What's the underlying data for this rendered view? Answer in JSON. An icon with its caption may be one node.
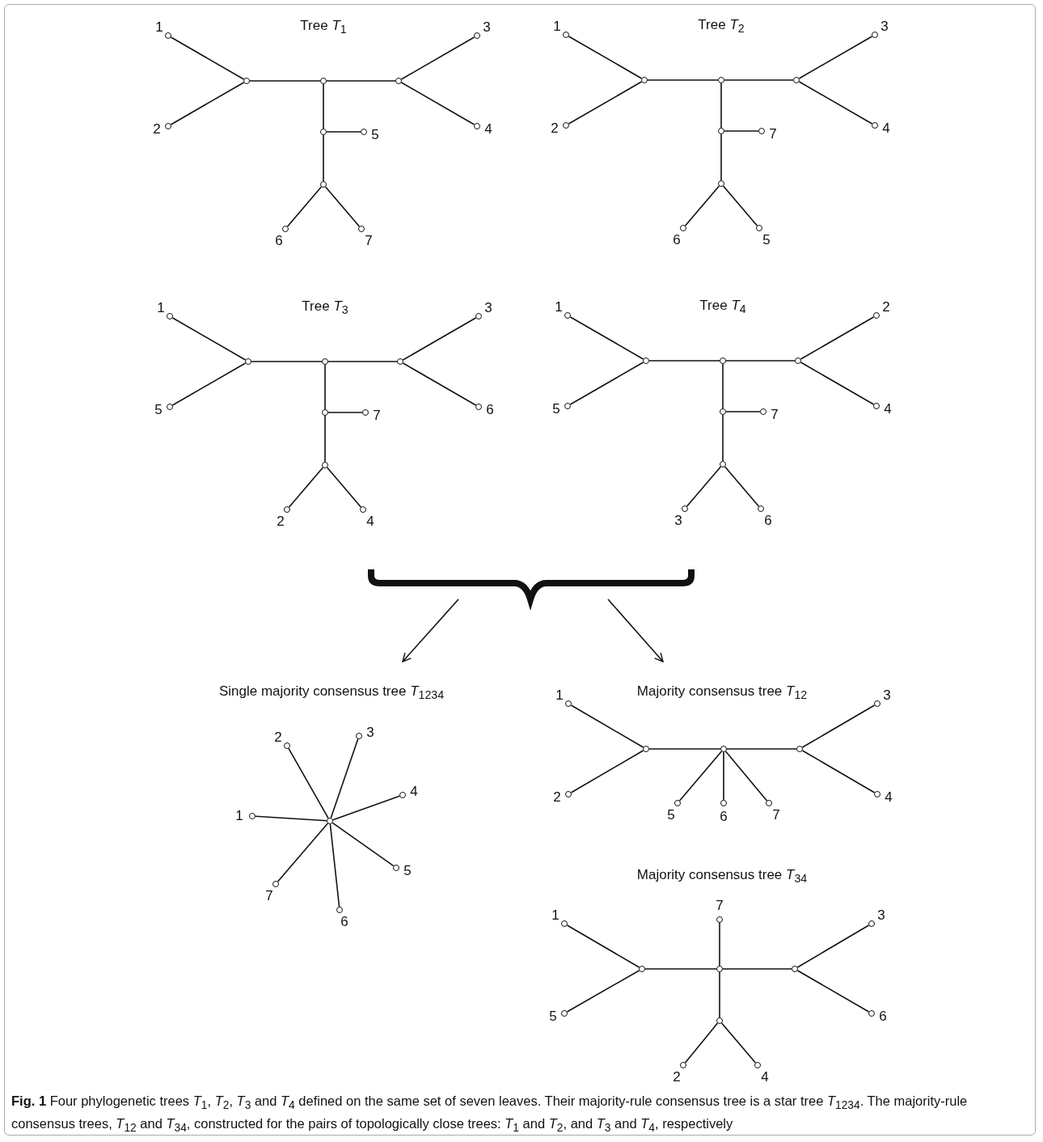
{
  "diagram": {
    "caption": "**Fig. 1** Four phylogenetic trees *T*$_{1}$, *T*$_{2}$, *T*$_{3}$ and *T*$_{4}$ defined on the same set of seven leaves. Their majority-rule consensus tree is a star tree *T*$_{1234}$. The majority-rule consensus trees, *T*$_{12}$ and *T*$_{34}$, constructed for the pairs of topologically close trees: *T*$_{1}$ and *T*$_{2}$, and *T*$_{3}$ and *T*$_{4}$, respectively",
    "nodes": [
      {
        "text": [
          "Tree *T*$_{1}$"
        ]
      },
      {
        "text": [],
        "shape": "circle",
        "beside": [
          "1"
        ],
        "in": 0
      },
      {
        "text": [],
        "shape": "circle",
        "in": 0
      },
      {
        "text": [],
        "shape": "circle",
        "in": 0
      },
      {
        "text": [],
        "shape": "circle",
        "in": 0
      },
      {
        "text": [],
        "shape": "circle",
        "beside": [
          "3"
        ],
        "in": 0
      },
      {
        "text": [],
        "shape": "circle",
        "beside": [
          "2"
        ],
        "in": 0
      },
      {
        "text": [],
        "shape": "circle",
        "in": 0
      },
      {
        "text": [],
        "shape": "circle",
        "beside": [
          "5"
        ],
        "in": 0
      },
      {
        "text": [],
        "shape": "circle",
        "beside": [
          "4"
        ],
        "in": 0
      },
      {
        "text": [],
        "shape": "circle",
        "in": 0
      },
      {
        "text": [],
        "shape": "circle",
        "beside": [
          "6"
        ],
        "in": 0
      },
      {
        "text": [],
        "shape": "circle",
        "beside": [
          "7"
        ],
        "in": 0
      },
      {
        "text": [
          "Tree *T*$_{2}$"
        ]
      },
      {
        "text": [],
        "shape": "circle",
        "beside": [
          "1"
        ],
        "in": 13
      },
      {
        "text": [],
        "shape": "circle",
        "in": 13
      },
      {
        "text": [],
        "shape": "circle",
        "in": 13
      },
      {
        "text": [],
        "shape": "circle",
        "in": 13
      },
      {
        "text": [],
        "shape": "circle",
        "beside": [
          "3"
        ],
        "in": 13
      },
      {
        "text": [],
        "shape": "circle",
        "beside": [
          "2"
        ],
        "in": 13
      },
      {
        "text": [],
        "shape": "circle",
        "in": 13
      },
      {
        "text": [],
        "shape": "circle",
        "beside": [
          "7"
        ],
        "in": 13
      },
      {
        "text": [],
        "shape": "circle",
        "beside": [
          "4"
        ],
        "in": 13
      },
      {
        "text": [],
        "shape": "circle",
        "in": 13
      },
      {
        "text": [],
        "shape": "circle",
        "beside": [
          "6"
        ],
        "in": 13
      },
      {
        "text": [],
        "shape": "circle",
        "beside": [
          "5"
        ],
        "in": 13
      },
      {
        "text": [
          "Tree *T*$_{3}$"
        ]
      },
      {
        "text": [],
        "shape": "circle",
        "beside": [
          "1"
        ],
        "in": 26
      },
      {
        "text": [],
        "shape": "circle",
        "in": 26
      },
      {
        "text": [],
        "shape": "circle",
        "in": 26
      },
      {
        "text": [],
        "shape": "circle",
        "in": 26
      },
      {
        "text": [],
        "shape": "circle",
        "beside": [
          "3"
        ],
        "in": 26
      },
      {
        "text": [],
        "shape": "circle",
        "beside": [
          "5"
        ],
        "in": 26
      },
      {
        "text": [],
        "shape": "circle",
        "in": 26
      },
      {
        "text": [],
        "shape": "circle",
        "beside": [
          "7"
        ],
        "in": 26
      },
      {
        "text": [],
        "shape": "circle",
        "beside": [
          "6"
        ],
        "in": 26
      },
      {
        "text": [],
        "shape": "circle",
        "in": 26
      },
      {
        "text": [],
        "shape": "circle",
        "beside": [
          "2"
        ],
        "in": 26
      },
      {
        "text": [],
        "shape": "circle",
        "beside": [
          "4"
        ],
        "in": 26
      },
      {
        "text": [
          "Tree *T*$_{4}$"
        ]
      },
      {
        "text": [],
        "shape": "circle",
        "beside": [
          "1"
        ],
        "in": 39
      },
      {
        "text": [],
        "shape": "circle",
        "in": 39
      },
      {
        "text": [],
        "shape": "circle",
        "in": 39
      },
      {
        "text": [],
        "shape": "circle",
        "in": 39
      },
      {
        "text": [],
        "shape": "circle",
        "beside": [
          "2"
        ],
        "in": 39
      },
      {
        "text": [],
        "shape": "circle",
        "beside": [
          "5"
        ],
        "in": 39
      },
      {
        "text": [],
        "shape": "circle",
        "in": 39
      },
      {
        "text": [],
        "shape": "circle",
        "beside": [
          "7"
        ],
        "in": 39
      },
      {
        "text": [],
        "shape": "circle",
        "beside": [
          "4"
        ],
        "in": 39
      },
      {
        "text": [],
        "shape": "circle",
        "in": 39
      },
      {
        "text": [],
        "shape": "circle",
        "beside": [
          "3"
        ],
        "in": 39
      },
      {
        "text": [],
        "shape": "circle",
        "beside": [
          "6"
        ],
        "in": 39
      },
      {
        "text": [
          "Single majority consensus tree *T*$_{1234}$"
        ]
      },
      {
        "text": [],
        "shape": "circle",
        "beside": [
          "2"
        ],
        "in": 52
      },
      {
        "text": [],
        "shape": "circle",
        "beside": [
          "3"
        ],
        "in": 52
      },
      {
        "text": [],
        "shape": "circle",
        "beside": [
          "4"
        ],
        "in": 52
      },
      {
        "text": [],
        "shape": "circle",
        "beside": [
          "1"
        ],
        "in": 52
      },
      {
        "text": [],
        "shape": "circle",
        "in": 52
      },
      {
        "text": [],
        "shape": "circle",
        "beside": [
          "5"
        ],
        "in": 52
      },
      {
        "text": [],
        "shape": "circle",
        "beside": [
          "7"
        ],
        "in": 52
      },
      {
        "text": [],
        "shape": "circle",
        "beside": [
          "6"
        ],
        "in": 52
      },
      {
        "text": [
          "Majority consensus tree *T*$_{12}$"
        ]
      },
      {
        "text": [],
        "shape": "circle",
        "beside": [
          "1"
        ],
        "in": 61
      },
      {
        "text": [],
        "shape": "circle",
        "beside": [
          "3"
        ],
        "in": 61
      },
      {
        "text": [],
        "shape": "circle",
        "in": 61
      },
      {
        "text": [],
        "shape": "circle",
        "in": 61
      },
      {
        "text": [],
        "shape": "circle",
        "in": 61
      },
      {
        "text": [],
        "shape": "circle",
        "beside": [
          "2"
        ],
        "in": 61
      },
      {
        "text": [],
        "shape": "circle",
        "beside": [
          "4"
        ],
        "in": 61
      },
      {
        "text": [],
        "shape": "circle",
        "beside": [
          "5"
        ],
        "in": 61
      },
      {
        "text": [],
        "shape": "circle",
        "beside": [
          "6"
        ],
        "in": 61
      },
      {
        "text": [],
        "shape": "circle",
        "beside": [
          "7"
        ],
        "in": 61
      },
      {
        "text": [
          "Majority consensus tree *T*$_{34}$"
        ]
      },
      {
        "text": [],
        "shape": "circle",
        "beside": [
          "7"
        ],
        "in": 72
      },
      {
        "text": [],
        "shape": "circle",
        "beside": [
          "1"
        ],
        "in": 72
      },
      {
        "text": [],
        "shape": "circle",
        "beside": [
          "3"
        ],
        "in": 72
      },
      {
        "text": [],
        "shape": "circle",
        "in": 72
      },
      {
        "text": [],
        "shape": "circle",
        "in": 72
      },
      {
        "text": [],
        "shape": "circle",
        "in": 72
      },
      {
        "text": [],
        "shape": "circle",
        "beside": [
          "5"
        ],
        "in": 72
      },
      {
        "text": [],
        "shape": "circle",
        "beside": [
          "6"
        ],
        "in": 72
      },
      {
        "text": [],
        "shape": "circle",
        "in": 72
      },
      {
        "text": [],
        "shape": "circle",
        "beside": [
          "2"
        ],
        "in": 72
      },
      {
        "text": [],
        "shape": "circle",
        "beside": [
          "4"
        ],
        "in": 72
      }
    ],
    "edges": [
      {
        "from": 1,
        "to": 2,
        "arrow": "none"
      },
      {
        "from": 6,
        "to": 2,
        "arrow": "none"
      },
      {
        "from": 2,
        "to": 3,
        "arrow": "none"
      },
      {
        "from": 3,
        "to": 4,
        "arrow": "none"
      },
      {
        "from": 4,
        "to": 5,
        "arrow": "none"
      },
      {
        "from": 4,
        "to": 9,
        "arrow": "none"
      },
      {
        "from": 3,
        "to": 7,
        "arrow": "none"
      },
      {
        "from": 7,
        "to": 8,
        "arrow": "none"
      },
      {
        "from": 7,
        "to": 10,
        "arrow": "none"
      },
      {
        "from": 10,
        "to": 11,
        "arrow": "none"
      },
      {
        "from": 10,
        "to": 12,
        "arrow": "none"
      },
      {
        "from": 14,
        "to": 15,
        "arrow": "none"
      },
      {
        "from": 19,
        "to": 15,
        "arrow": "none"
      },
      {
        "from": 15,
        "to": 16,
        "arrow": "none"
      },
      {
        "from": 16,
        "to": 17,
        "arrow": "none"
      },
      {
        "from": 17,
        "to": 18,
        "arrow": "none"
      },
      {
        "from": 17,
        "to": 22,
        "arrow": "none"
      },
      {
        "from": 16,
        "to": 20,
        "arrow": "none"
      },
      {
        "from": 20,
        "to": 21,
        "arrow": "none"
      },
      {
        "from": 20,
        "to": 23,
        "arrow": "none"
      },
      {
        "from": 23,
        "to": 24,
        "arrow": "none"
      },
      {
        "from": 23,
        "to": 25,
        "arrow": "none"
      },
      {
        "from": 27,
        "to": 28,
        "arrow": "none"
      },
      {
        "from": 32,
        "to": 28,
        "arrow": "none"
      },
      {
        "from": 28,
        "to": 29,
        "arrow": "none"
      },
      {
        "from": 29,
        "to": 30,
        "arrow": "none"
      },
      {
        "from": 30,
        "to": 31,
        "arrow": "none"
      },
      {
        "from": 30,
        "to": 35,
        "arrow": "none"
      },
      {
        "from": 29,
        "to": 33,
        "arrow": "none"
      },
      {
        "from": 33,
        "to": 34,
        "arrow": "none"
      },
      {
        "from": 33,
        "to": 36,
        "arrow": "none"
      },
      {
        "from": 36,
        "to": 37,
        "arrow": "none"
      },
      {
        "from": 36,
        "to": 38,
        "arrow": "none"
      },
      {
        "from": 40,
        "to": 41,
        "arrow": "none"
      },
      {
        "from": 45,
        "to": 41,
        "arrow": "none"
      },
      {
        "from": 41,
        "to": 42,
        "arrow": "none"
      },
      {
        "from": 42,
        "to": 43,
        "arrow": "none"
      },
      {
        "from": 43,
        "to": 44,
        "arrow": "none"
      },
      {
        "from": 43,
        "to": 48,
        "arrow": "none"
      },
      {
        "from": 42,
        "to": 46,
        "arrow": "none"
      },
      {
        "from": 46,
        "to": 47,
        "arrow": "none"
      },
      {
        "from": 46,
        "to": 49,
        "arrow": "none"
      },
      {
        "from": 49,
        "to": 50,
        "arrow": "none"
      },
      {
        "from": 49,
        "to": 51,
        "arrow": "none"
      },
      {
        "from": 57,
        "to": 53,
        "arrow": "none"
      },
      {
        "from": 57,
        "to": 54,
        "arrow": "none"
      },
      {
        "from": 57,
        "to": 55,
        "arrow": "none"
      },
      {
        "from": 57,
        "to": 56,
        "arrow": "none"
      },
      {
        "from": 57,
        "to": 58,
        "arrow": "none"
      },
      {
        "from": 57,
        "to": 59,
        "arrow": "none"
      },
      {
        "from": 57,
        "to": 60,
        "arrow": "none"
      },
      {
        "from": 62,
        "to": 64,
        "arrow": "none"
      },
      {
        "from": 67,
        "to": 64,
        "arrow": "none"
      },
      {
        "from": 64,
        "to": 65,
        "arrow": "none"
      },
      {
        "from": 65,
        "to": 66,
        "arrow": "none"
      },
      {
        "from": 66,
        "to": 63,
        "arrow": "none"
      },
      {
        "from": 66,
        "to": 68,
        "arrow": "none"
      },
      {
        "from": 65,
        "to": 69,
        "arrow": "none"
      },
      {
        "from": 65,
        "to": 70,
        "arrow": "none"
      },
      {
        "from": 65,
        "to": 71,
        "arrow": "none"
      },
      {
        "from": 74,
        "to": 76,
        "arrow": "none"
      },
      {
        "from": 79,
        "to": 76,
        "arrow": "none"
      },
      {
        "from": 76,
        "to": 77,
        "arrow": "none"
      },
      {
        "from": 77,
        "to": 78,
        "arrow": "none"
      },
      {
        "from": 78,
        "to": 75,
        "arrow": "none"
      },
      {
        "from": 78,
        "to": 80,
        "arrow": "none"
      },
      {
        "from": 77,
        "to": 73,
        "arrow": "none"
      },
      {
        "from": 77,
        "to": 81,
        "arrow": "none"
      },
      {
        "from": 81,
        "to": 82,
        "arrow": "none"
      },
      {
        "from": 81,
        "to": 83,
        "arrow": "none"
      },
      {
        "from": null,
        "to": 52,
        "arrow": "to"
      },
      {
        "from": null,
        "to": 61,
        "arrow": "to"
      }
    ]
  }
}
